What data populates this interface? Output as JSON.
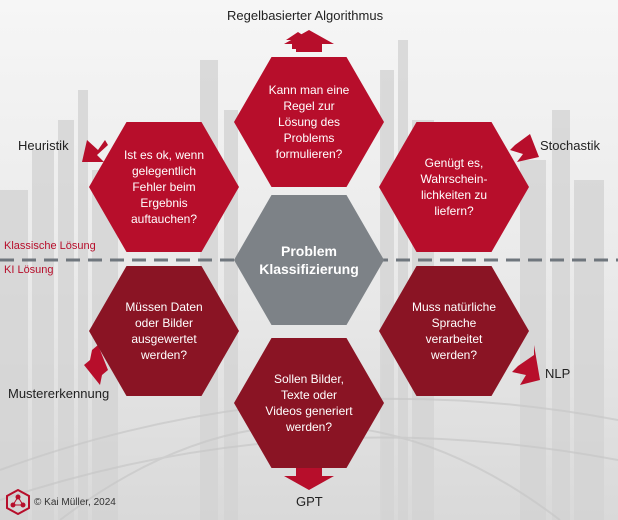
{
  "top_label": "Regelbasierter Algorithmus",
  "left_top_label": "Heuristik",
  "right_top_label": "Stochastik",
  "left_bottom_label": "Mustererkennung",
  "right_bottom_label": "NLP",
  "bottom_label": "GPT",
  "section_classic": "Klassische Lösung",
  "section_ai": "KI Lösung",
  "center": {
    "text": "Problem\nKlassifizierung"
  },
  "hexagons": {
    "top": "Kann man eine\nRegel zur\nLösung des\nProblems\nformulieren?",
    "left_top": "Ist es ok, wenn\ngelegentlich\nFehler beim\nErgebnis\nauftauchen?",
    "right_top": "Genügt es,\nWahrschein-\nlichkeiten zu\nliefern?",
    "left_bottom": "Müssen Daten\noder Bilder\nausgewertet\nwerden?",
    "right_bottom": "Muss natürliche\nSprache\nverarbeitet\nwerden?",
    "bottom": "Sollen Bilder,\nTexte oder\nVideos generiert\nwerden?"
  },
  "footer": "© Kai Müller, 2024",
  "colors": {
    "classic_red": "#b70e2b",
    "ai_red": "#8a1424",
    "center_grey": "#7d8287",
    "arrow": "#b70e2b",
    "divider": "#6f767d"
  }
}
